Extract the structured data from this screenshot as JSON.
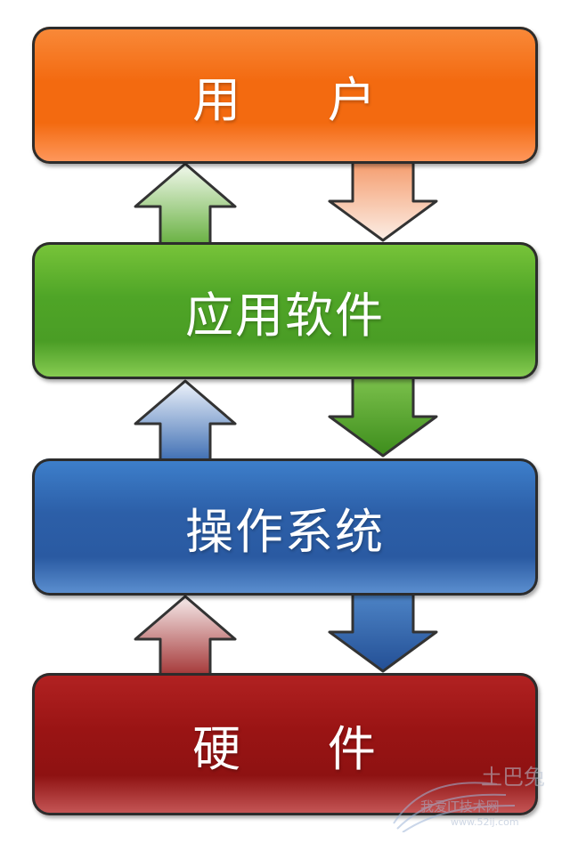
{
  "layers": {
    "user": {
      "label": "用     户"
    },
    "app": {
      "label": "应用软件"
    },
    "os": {
      "label": "操作系统"
    },
    "hardware": {
      "label": "硬     件"
    }
  },
  "colors": {
    "user": "#f36a10",
    "app": "#4fa527",
    "os": "#2c5fa8",
    "hardware": "#9a1414"
  },
  "watermark": {
    "brand": "土巴兔",
    "slogan": "我爱IT技术网",
    "url": "www.52ij.com"
  }
}
